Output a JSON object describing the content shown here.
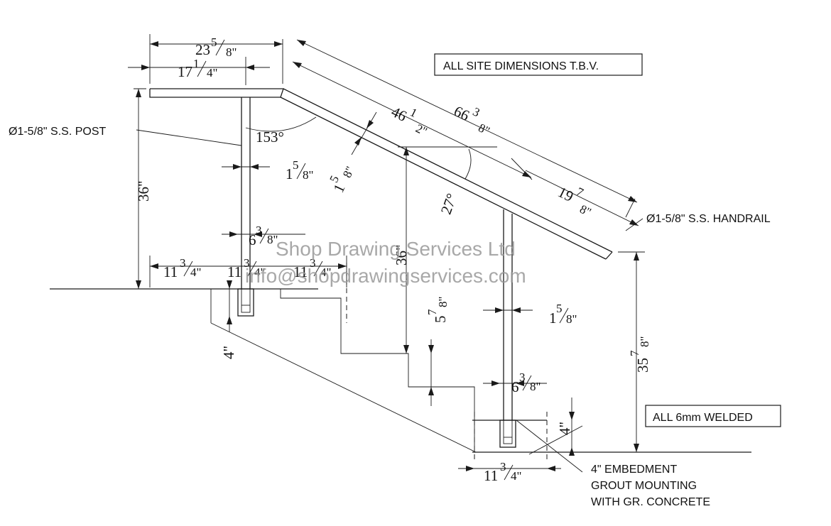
{
  "notes": {
    "site_dimensions": "ALL SITE DIMENSIONS T.B.V.",
    "welded": "ALL 6mm WELDED",
    "post": "Ø1-5/8\" S.S. POST",
    "handrail": "Ø1-5/8\" S.S. HANDRAIL",
    "embedment_1": "4\" EMBEDMENT",
    "embedment_2": "GROUT MOUNTING",
    "embedment_3": "WITH GR. CONCRETE"
  },
  "watermark": {
    "line1": "Shop Drawing Services Ltd",
    "line2": "info@shopdrawingservices.com"
  },
  "dimensions": {
    "top_overall": {
      "whole": "23",
      "num": "5",
      "den": "8\""
    },
    "top_post": {
      "whole": "17",
      "num": "1",
      "den": "4\""
    },
    "sloped_overall": {
      "whole": "66",
      "num": "3",
      "den": "8\""
    },
    "sloped_mid": {
      "whole": "46",
      "num": "1",
      "den": "2\""
    },
    "sloped_end": {
      "whole": "19",
      "num": "7",
      "den": "8\""
    },
    "rail_dia_a": {
      "whole": "1",
      "num": "5",
      "den": "8\""
    },
    "rail_dia_b": {
      "whole": "1",
      "num": "5",
      "den": "8\""
    },
    "post_dia_bottom": {
      "whole": "1",
      "num": "5",
      "den": "8\""
    },
    "height_left": "36\"",
    "height_mid": "36\"",
    "height_right": {
      "whole": "35",
      "num": "7",
      "den": "8\""
    },
    "riser": {
      "whole": "5",
      "num": "7",
      "den": "8\""
    },
    "core_left": {
      "whole": "6",
      "num": "3",
      "den": "8\""
    },
    "core_right": {
      "whole": "6",
      "num": "3",
      "den": "8\""
    },
    "base_1": {
      "whole": "11",
      "num": "3",
      "den": "4\""
    },
    "base_2": {
      "whole": "11",
      "num": "3",
      "den": "4\""
    },
    "base_3": {
      "whole": "11",
      "num": "3",
      "den": "4\""
    },
    "base_bottom": {
      "whole": "11",
      "num": "3",
      "den": "4\""
    },
    "embed_left": "4\"",
    "embed_right": "4\"",
    "angle_top": "153°",
    "angle_slope": "27°"
  }
}
